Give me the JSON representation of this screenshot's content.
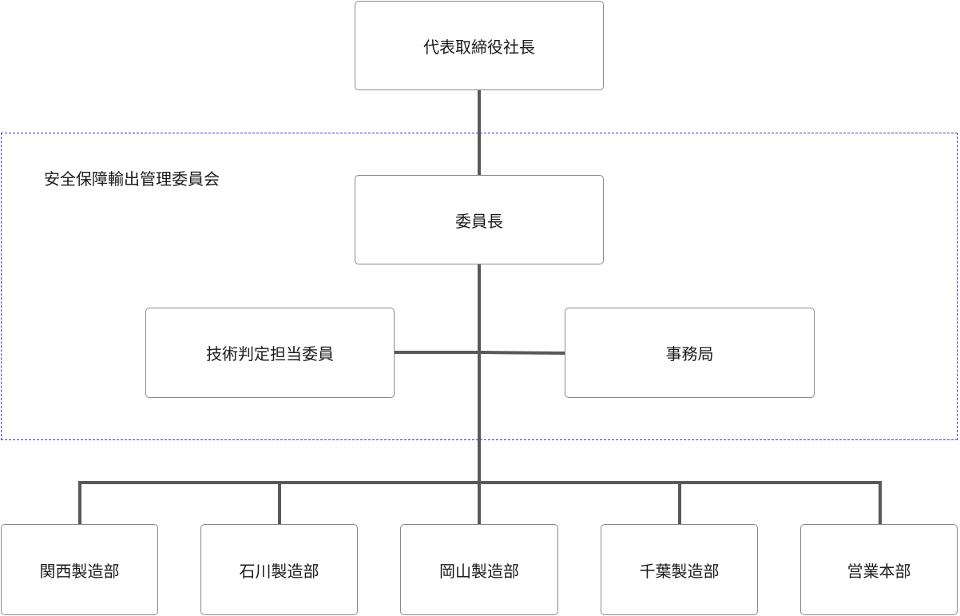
{
  "committee": {
    "name": "安全保障輸出管理委員会"
  },
  "nodes": {
    "president": "代表取締役社長",
    "chair": "委員長",
    "technical": "技術判定担当委員",
    "secretariat": "事務局",
    "departments": [
      "関西製造部",
      "石川製造部",
      "岡山製造部",
      "千葉製造部",
      "営業本部"
    ]
  },
  "colors": {
    "connector": "#595959",
    "committee_border": "#3a3ad6",
    "node_border": "#8a8a8a"
  }
}
